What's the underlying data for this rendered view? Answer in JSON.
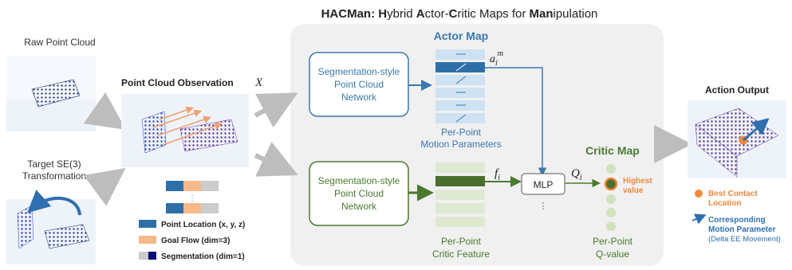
{
  "title": {
    "bold1": "HACMan:",
    "bold2": "H",
    "rest1": "ybrid ",
    "bold3": "A",
    "rest2": "ctor-",
    "bold4": "C",
    "rest3": "ritic Maps for ",
    "bold5": "Man",
    "rest4": "ipulation"
  },
  "labels": {
    "raw_point_cloud": "Raw Point Cloud",
    "target_line1": "Target SE(3)",
    "target_line2": "Transformation",
    "observation": "Point Cloud Observation",
    "observation_var": "X",
    "actor_map": "Actor Map",
    "critic_map": "Critic Map",
    "action_output": "Action Output"
  },
  "networks": {
    "actor": [
      "Segmentation-style",
      "Point Cloud",
      "Network"
    ],
    "critic": [
      "Segmentation-style",
      "Point Cloud",
      "Network"
    ]
  },
  "actor_caption": [
    "Per-Point",
    "Motion Parameters"
  ],
  "critic_caption": [
    "Per-Point",
    "Critic Feature"
  ],
  "qvalue_caption": [
    "Per-Point",
    "Q-value"
  ],
  "math": {
    "a": "a",
    "a_sub": "i",
    "a_sup": "m",
    "f": "f",
    "f_sub": "i",
    "q": "Q",
    "q_sub": "i"
  },
  "mlp": "MLP",
  "highest": [
    "Highest",
    "value"
  ],
  "legend": {
    "point_location": "Point Location (x, y, z)",
    "goal_flow": "Goal Flow (dim=3)",
    "segmentation": "Segmentation (dim=1)"
  },
  "output_legend": {
    "contact_line1": "Best Contact",
    "contact_line2": "Location",
    "motion_line1": "Corresponding",
    "motion_line2": "Motion Parameter",
    "motion_line3": "(Delta EE Movement)"
  },
  "ellipsis": "⋮",
  "colors": {
    "actor_blue": "#3a78b0",
    "critic_green": "#4a7a2e",
    "orange": "#f0883e",
    "panel_bg": "#f0f0f0",
    "arrow_gray": "#bdbdbd",
    "output_blue": "#2e6fb0"
  }
}
